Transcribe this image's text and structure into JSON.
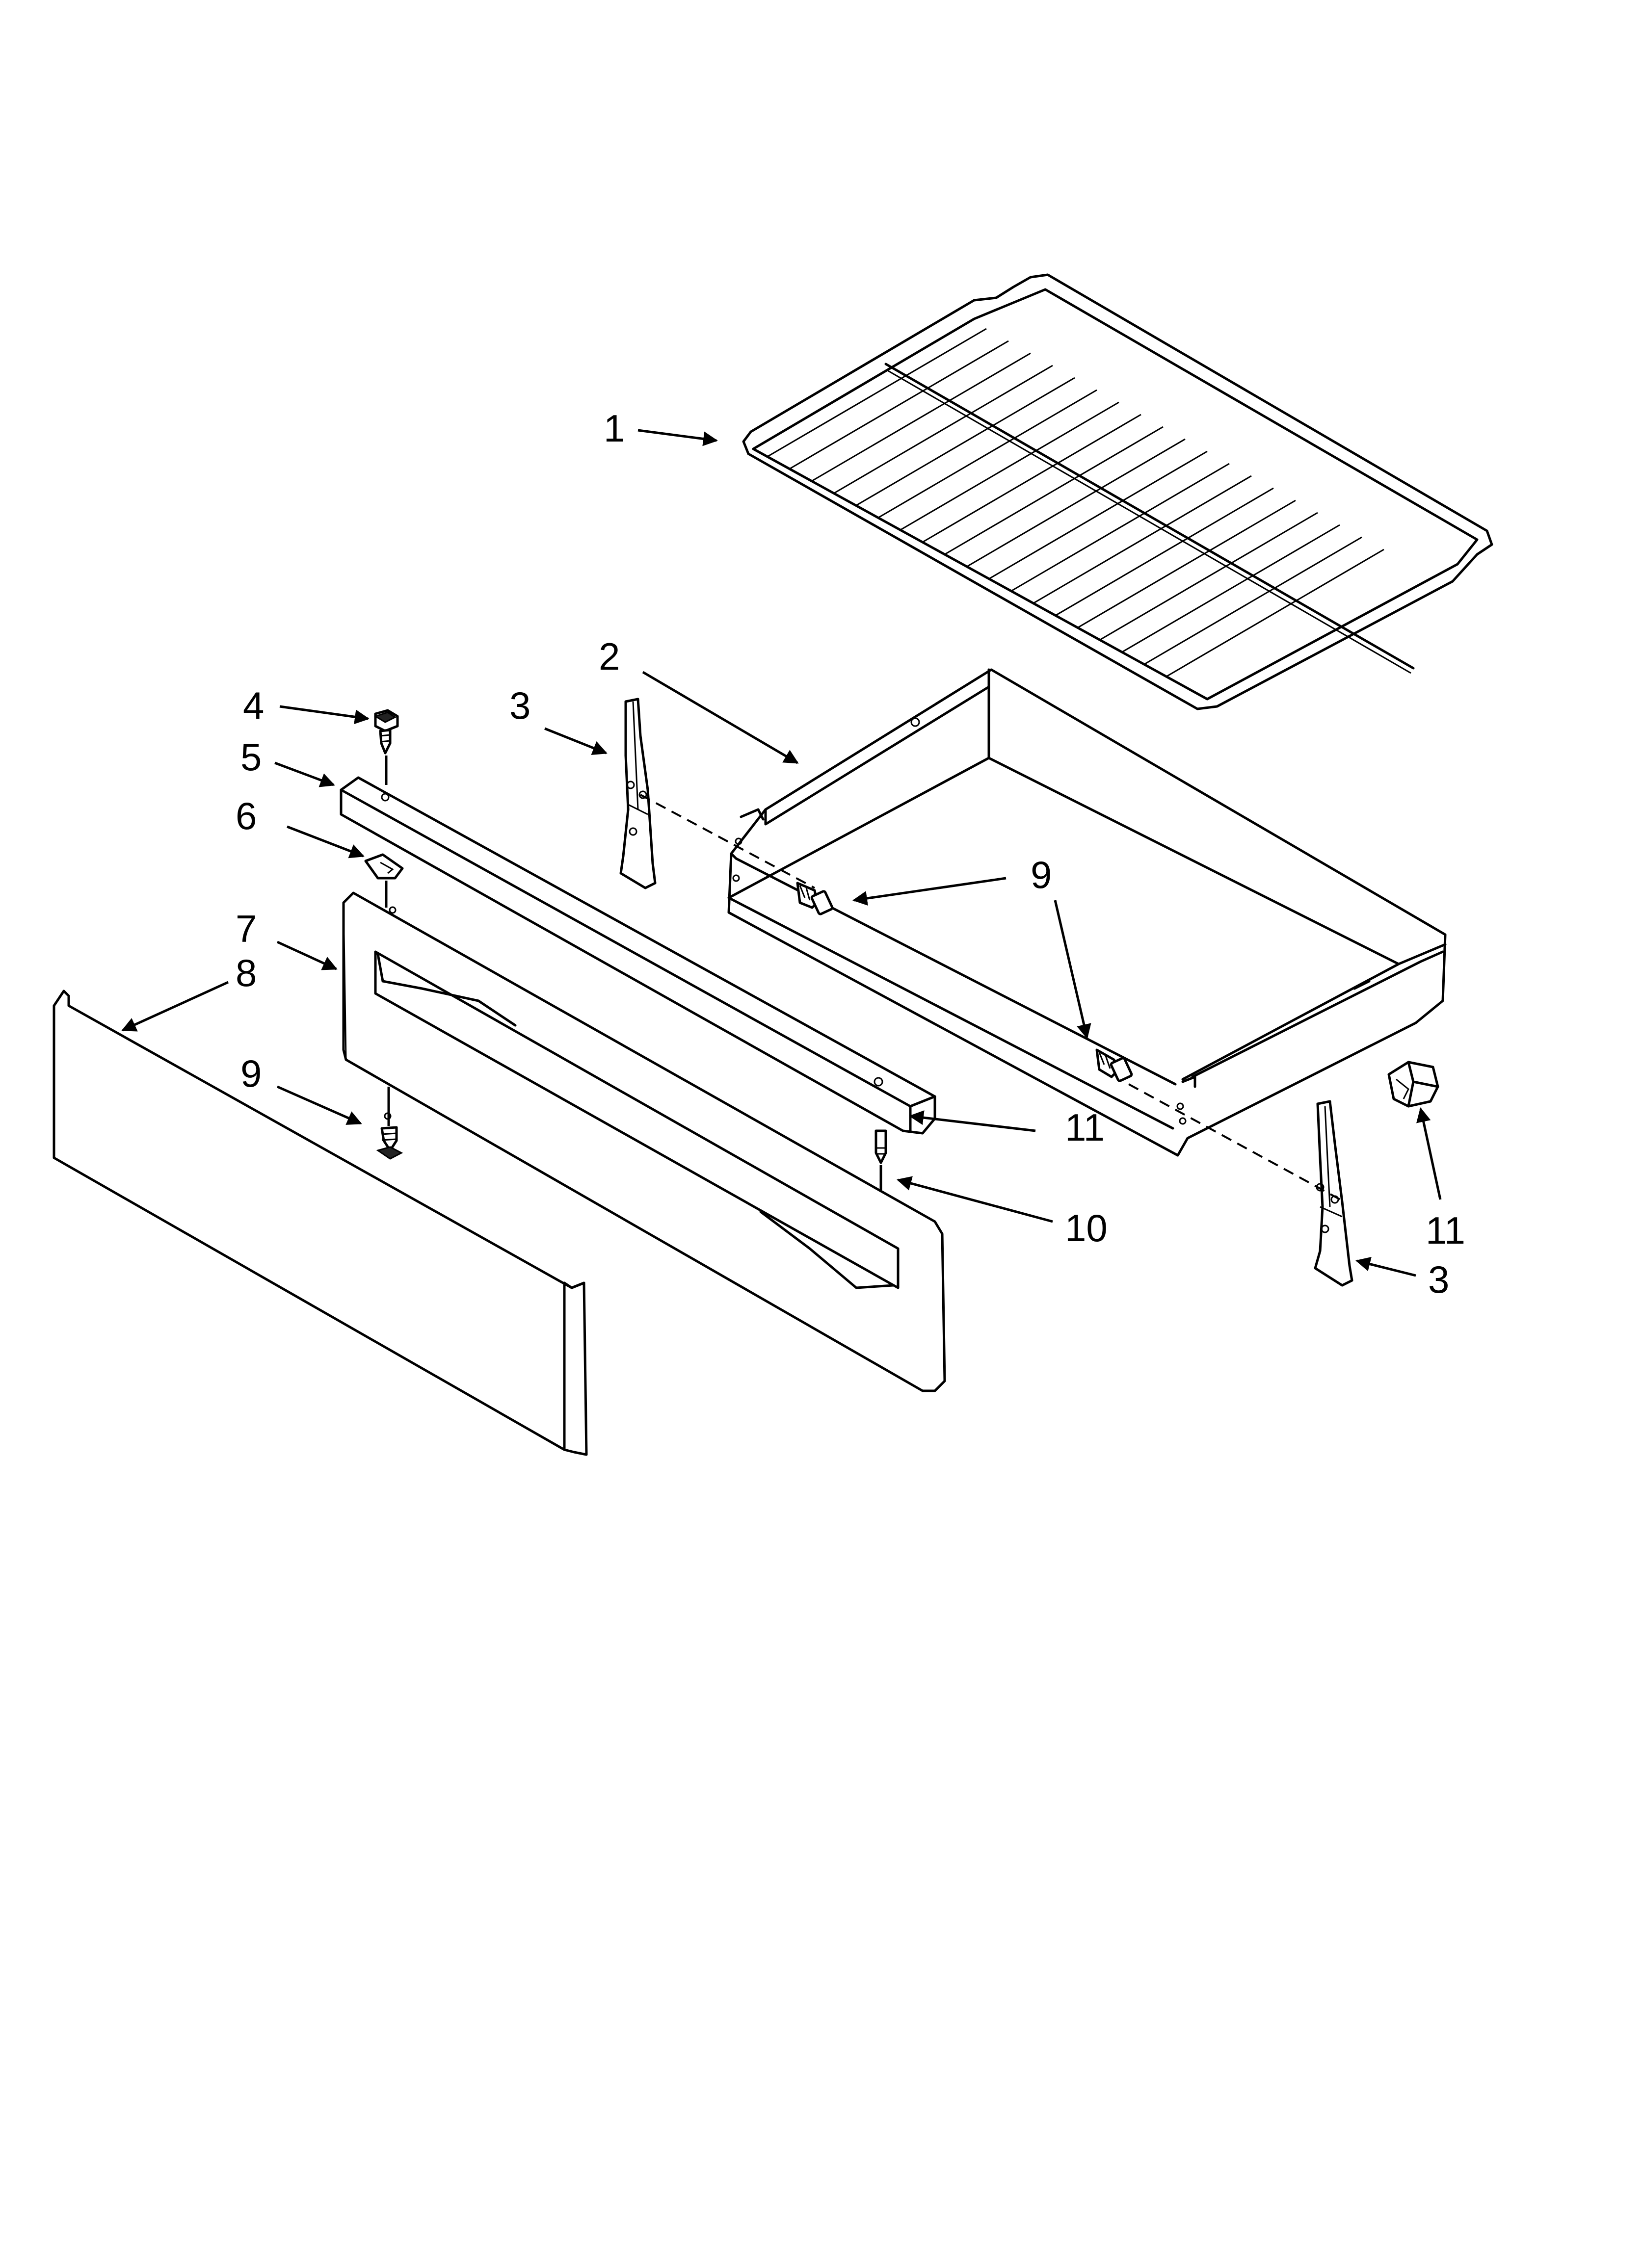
{
  "callouts": {
    "rack": "1",
    "drawer": "2",
    "slide_left": "3",
    "slide_right": "3",
    "top_screw": "4",
    "support_rail": "5",
    "clip": "6",
    "drawer_front": "7",
    "front_panel": "8",
    "drawer_screw_left": "9",
    "drawer_screw_right": "9",
    "front_screw": "9",
    "stop_rail": "11",
    "stop_bracket": "11",
    "pin": "10"
  }
}
